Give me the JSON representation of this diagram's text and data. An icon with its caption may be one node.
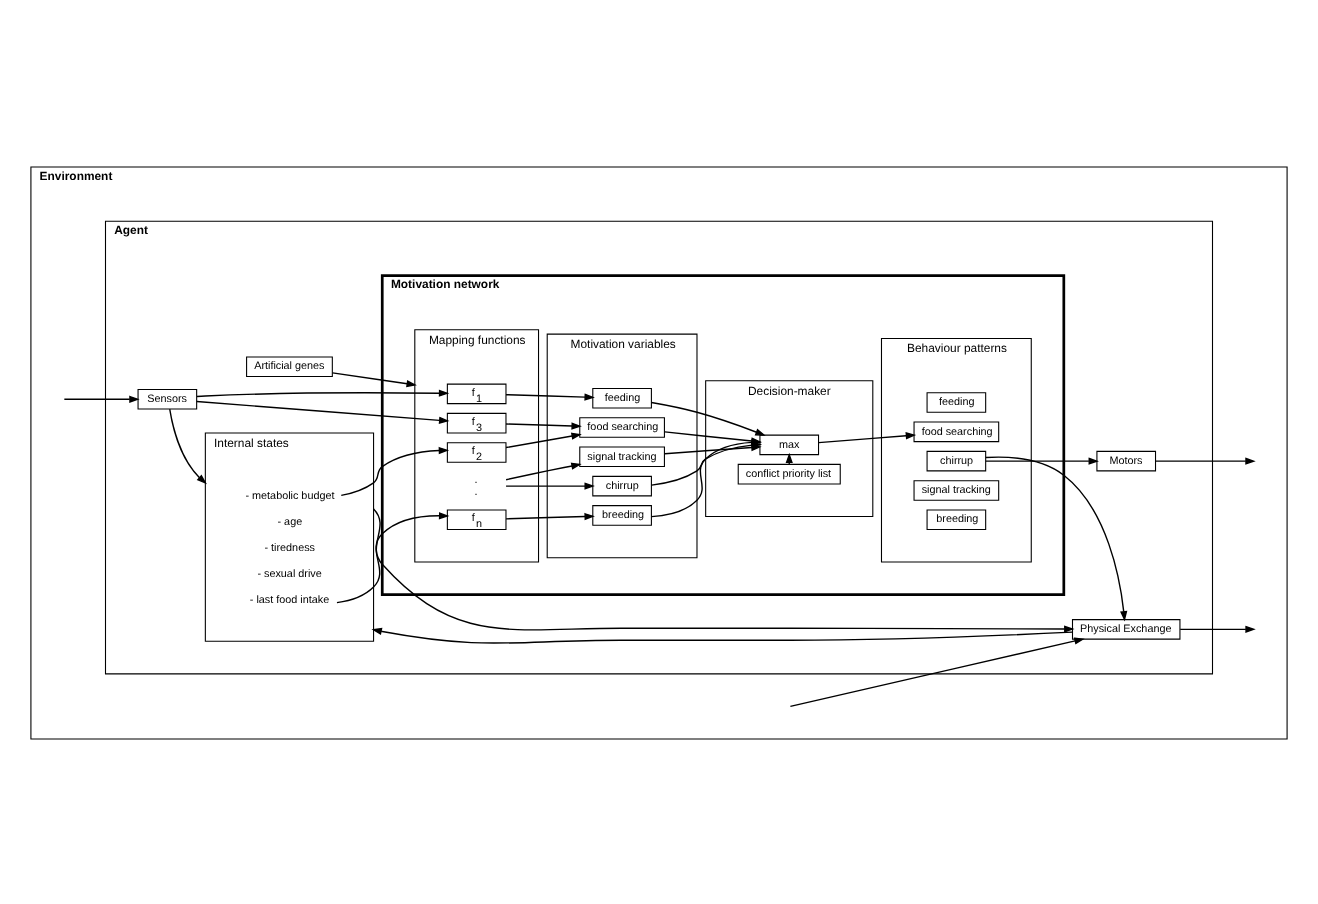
{
  "diagram": {
    "nodes": [
      {
        "text": [
          "Environment"
        ]
      },
      {
        "text": [
          "Agent"
        ],
        "in": 0
      },
      {
        "text": [
          "Motivation network"
        ],
        "in": 1
      },
      {
        "text": [
          "Mapping functions"
        ],
        "in": 2
      },
      {
        "text": [
          "Motivation variables"
        ],
        "in": 2
      },
      {
        "text": [
          "Decision-maker"
        ],
        "in": 2
      },
      {
        "text": [
          "Behaviour patterns"
        ],
        "in": 2
      },
      {
        "text": [
          "Sensors"
        ],
        "in": 1
      },
      {
        "text": [
          "Internal states"
        ],
        "in": 1
      },
      {
        "text": [
          "- metabolic budget"
        ],
        "in": 8
      },
      {
        "text": [
          "- age"
        ],
        "in": 8
      },
      {
        "text": [
          "- tiredness"
        ],
        "in": 8
      },
      {
        "text": [
          "- sexual drive"
        ],
        "in": 8
      },
      {
        "text": [
          "- last food intake"
        ],
        "in": 8
      },
      {
        "text": [
          "f$_{1}$"
        ],
        "in": 3
      },
      {
        "text": [
          "f$_{2}$"
        ],
        "in": 3
      },
      {
        "text": [
          "f$_{3}$"
        ],
        "in": 3
      },
      {
        "text": [
          ".",
          "."
        ],
        "in": 3
      },
      {
        "text": [
          "f$_{n}$"
        ],
        "in": 3
      },
      {
        "text": [
          "feeding"
        ],
        "in": 4
      },
      {
        "text": [
          "food searching"
        ],
        "in": 4
      },
      {
        "text": [
          "chirrup"
        ],
        "in": 4
      },
      {
        "text": [
          "signal tracking"
        ],
        "in": 4
      },
      {
        "text": [
          "breeding"
        ],
        "in": 4
      },
      {
        "text": [
          "max"
        ],
        "in": 5
      },
      {
        "text": [
          "conflict priority list"
        ],
        "in": 5
      },
      {
        "text": [
          "feeding"
        ],
        "in": 6
      },
      {
        "text": [
          "food searching"
        ],
        "in": 6
      },
      {
        "text": [
          "chirrup"
        ],
        "in": 6
      },
      {
        "text": [
          "signal tracking"
        ],
        "in": 6
      },
      {
        "text": [
          "breeding"
        ],
        "in": 6
      },
      {
        "text": [
          "Artificial genes"
        ],
        "in": 1
      },
      {
        "text": [
          "Physical Exchange"
        ],
        "in": 1
      },
      {
        "text": [
          "Motors"
        ],
        "in": 1
      }
    ],
    "edges": [
      {
        "from": null,
        "to": 7,
        "arrow": "to"
      },
      {
        "from": 7,
        "to": 8,
        "arrow": "to"
      },
      {
        "from": 7,
        "to": 14,
        "arrow": "to"
      },
      {
        "from": 7,
        "to": 16,
        "arrow": "to"
      },
      {
        "from": 9,
        "to": 15,
        "arrow": "to"
      },
      {
        "from": 13,
        "to": 18,
        "arrow": "to"
      },
      {
        "from": 14,
        "to": 19,
        "arrow": "to"
      },
      {
        "from": 15,
        "to": 20,
        "arrow": "to"
      },
      {
        "from": 16,
        "to": 20,
        "arrow": "to"
      },
      {
        "from": 17,
        "to": 21,
        "arrow": "to"
      },
      {
        "from": 17,
        "to": 22,
        "arrow": "to"
      },
      {
        "from": 18,
        "to": 23,
        "arrow": "to"
      },
      {
        "from": 19,
        "to": 24,
        "arrow": "to"
      },
      {
        "from": 20,
        "to": 24,
        "arrow": "to"
      },
      {
        "from": 21,
        "to": 24,
        "arrow": "to"
      },
      {
        "from": 22,
        "to": 24,
        "arrow": "to"
      },
      {
        "from": 23,
        "to": 24,
        "arrow": "to"
      },
      {
        "from": 25,
        "to": 24,
        "arrow": "to"
      },
      {
        "from": 24,
        "to": 27,
        "arrow": "to"
      },
      {
        "from": 28,
        "to": 32,
        "arrow": "to"
      },
      {
        "from": 28,
        "to": 33,
        "arrow": "to"
      },
      {
        "from": 31,
        "to": 3,
        "arrow": "to"
      },
      {
        "from": 8,
        "to": 32,
        "arrow": "to"
      },
      {
        "from": 32,
        "to": 8,
        "arrow": "to"
      },
      {
        "from": null,
        "to": 32,
        "arrow": "to"
      },
      {
        "from": 32,
        "to": null,
        "arrow": "to"
      },
      {
        "from": 33,
        "to": null,
        "arrow": "to"
      }
    ]
  }
}
